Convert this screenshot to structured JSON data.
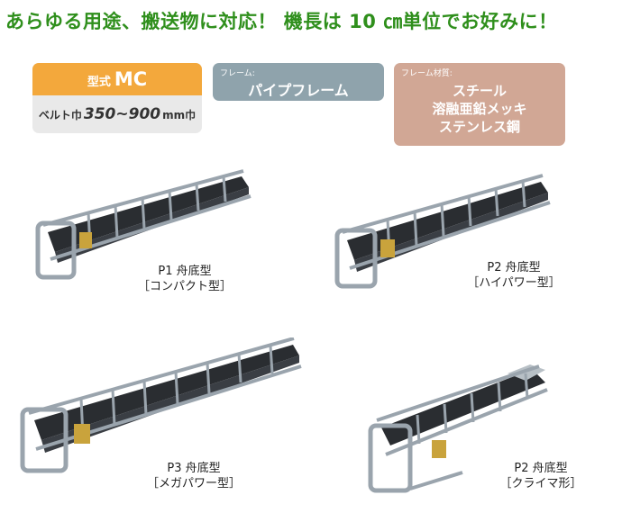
{
  "headline": "あらゆる用途、搬送物に対応！ 機長は 10 ㎝単位でお好みに！",
  "model": {
    "label": "型式",
    "value": "MC",
    "width_label": "ベルト巾",
    "width_value": "350~900",
    "width_unit": "mm巾"
  },
  "frame": {
    "label": "フレーム:",
    "value": "パイプフレーム"
  },
  "material": {
    "label": "フレーム材質:",
    "items": [
      "スチール",
      "溶融亜鉛メッキ",
      "ステンレス鋼"
    ]
  },
  "products": [
    {
      "name": "P1 舟底型",
      "type": "［コンパクト型］"
    },
    {
      "name": "P2 舟底型",
      "type": "［ハイパワー型］"
    },
    {
      "name": "P3 舟底型",
      "type": "［メガパワー型］"
    },
    {
      "name": "P2 舟底型",
      "type": "［クライマ形］"
    }
  ],
  "colors": {
    "headline": "#2f8f1c",
    "model_accent": "#f3a83c",
    "frame_bg": "#8fa3ac",
    "material_bg": "#d1a795",
    "frame_metal": "#9aa4ad",
    "belt": "#2a2d31"
  }
}
